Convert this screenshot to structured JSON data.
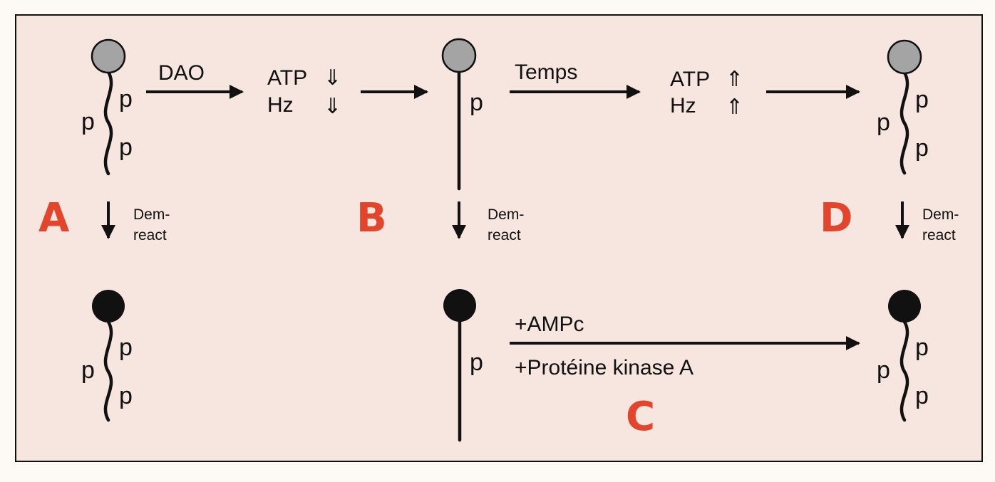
{
  "colors": {
    "panel_bg": "#f7e6df",
    "frame": "#111111",
    "head_active": "#a4a4a4",
    "head_reacted": "#111111",
    "accent_letter": "#e2452b"
  },
  "stages": {
    "A": {
      "letter": "A",
      "p_labels": [
        "p",
        "p",
        "p"
      ]
    },
    "B": {
      "letter": "B",
      "p_label": "p"
    },
    "C": {
      "letter": "C",
      "p_label": "p"
    },
    "D": {
      "letter": "D",
      "p_labels": [
        "p",
        "p",
        "p"
      ]
    },
    "A_reacted": {
      "p_labels": [
        "p",
        "p",
        "p"
      ]
    },
    "D_reacted": {
      "p_labels": [
        "p",
        "p",
        "p"
      ]
    }
  },
  "transitions": {
    "dao": {
      "label": "DAO"
    },
    "temps": {
      "label": "Temps"
    },
    "ampc": {
      "line1": "+AMPc",
      "line2": "+Protéine kinase A"
    }
  },
  "readouts": {
    "decrease": {
      "atp": "ATP",
      "hz": "Hz",
      "glyph": "⇓"
    },
    "increase": {
      "atp": "ATP",
      "hz": "Hz",
      "glyph": "⇑"
    }
  },
  "demreact": {
    "line1": "Dem-",
    "line2": "react"
  }
}
